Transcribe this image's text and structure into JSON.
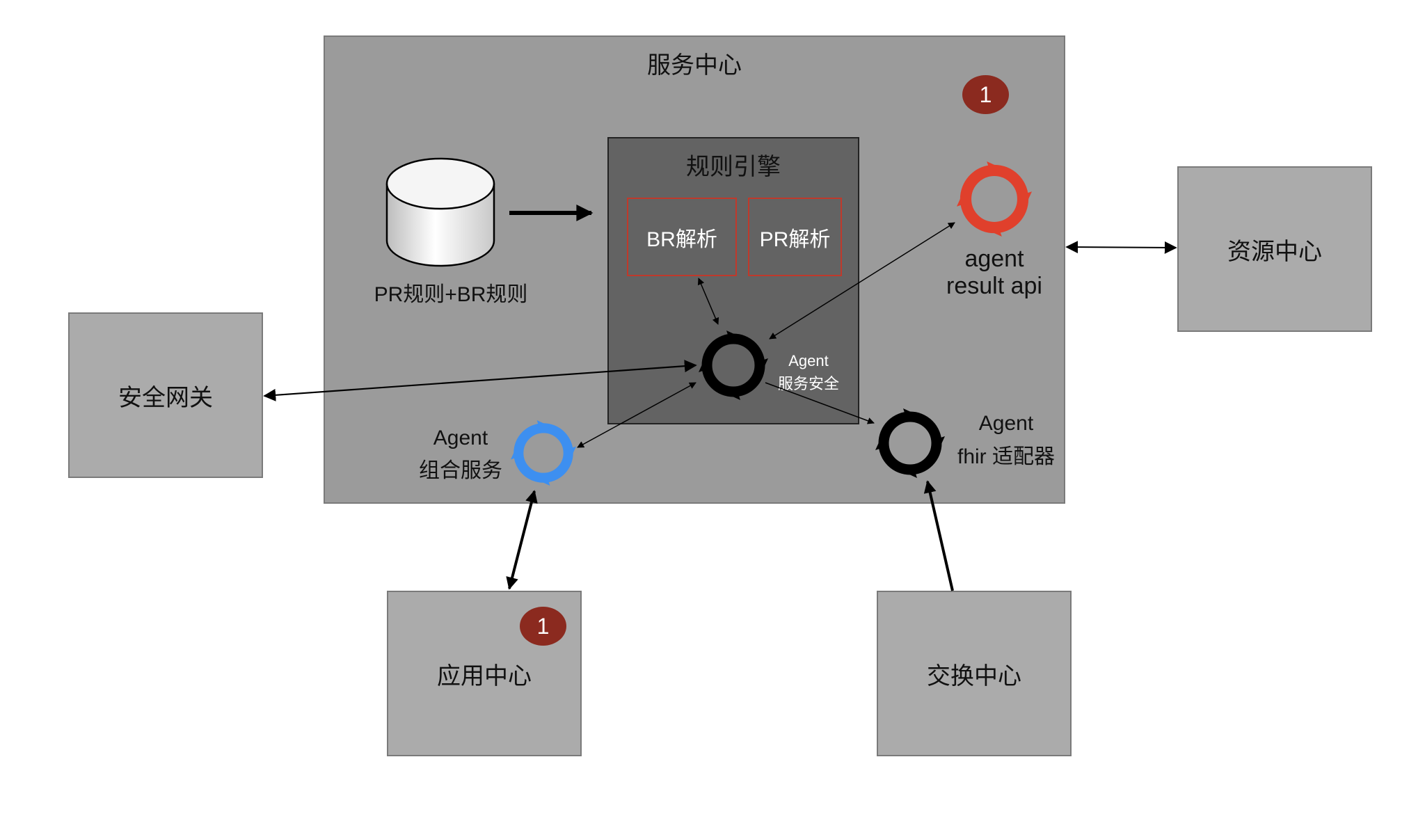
{
  "service_center": {
    "title": "服务中心"
  },
  "rule_engine": {
    "title": "规则引擎",
    "br_parse": "BR解析",
    "pr_parse": "PR解析"
  },
  "database": {
    "label": "PR规则+BR规则"
  },
  "agent_security": {
    "line1": "Agent",
    "line2": "服务安全"
  },
  "agent_composite": {
    "line1": "Agent",
    "line2": "组合服务"
  },
  "agent_fhir": {
    "line1": "Agent",
    "line2": "fhir 适配器"
  },
  "agent_result": {
    "line1": "agent",
    "line2": "result api"
  },
  "external": {
    "security_gateway": "安全网关",
    "resource_center": "资源中心",
    "application_center": "应用中心",
    "exchange_center": "交换中心"
  },
  "badges": {
    "service_center": "1",
    "application_center": "1"
  },
  "colors": {
    "service_center_bg": "#9b9b9b",
    "rule_engine_bg": "#636363",
    "external_box_bg": "#ababab",
    "badge": "#8b2a1f",
    "parse_border": "#c0392b",
    "icon_black": "#000000",
    "icon_blue": "#3d8ff0",
    "icon_red": "#e0402c"
  },
  "icons": {
    "database": "database-cylinder-icon",
    "agent_security": "refresh-cycle-icon",
    "agent_composite": "refresh-cycle-icon",
    "agent_fhir": "refresh-cycle-icon",
    "agent_result": "refresh-cycle-icon"
  }
}
